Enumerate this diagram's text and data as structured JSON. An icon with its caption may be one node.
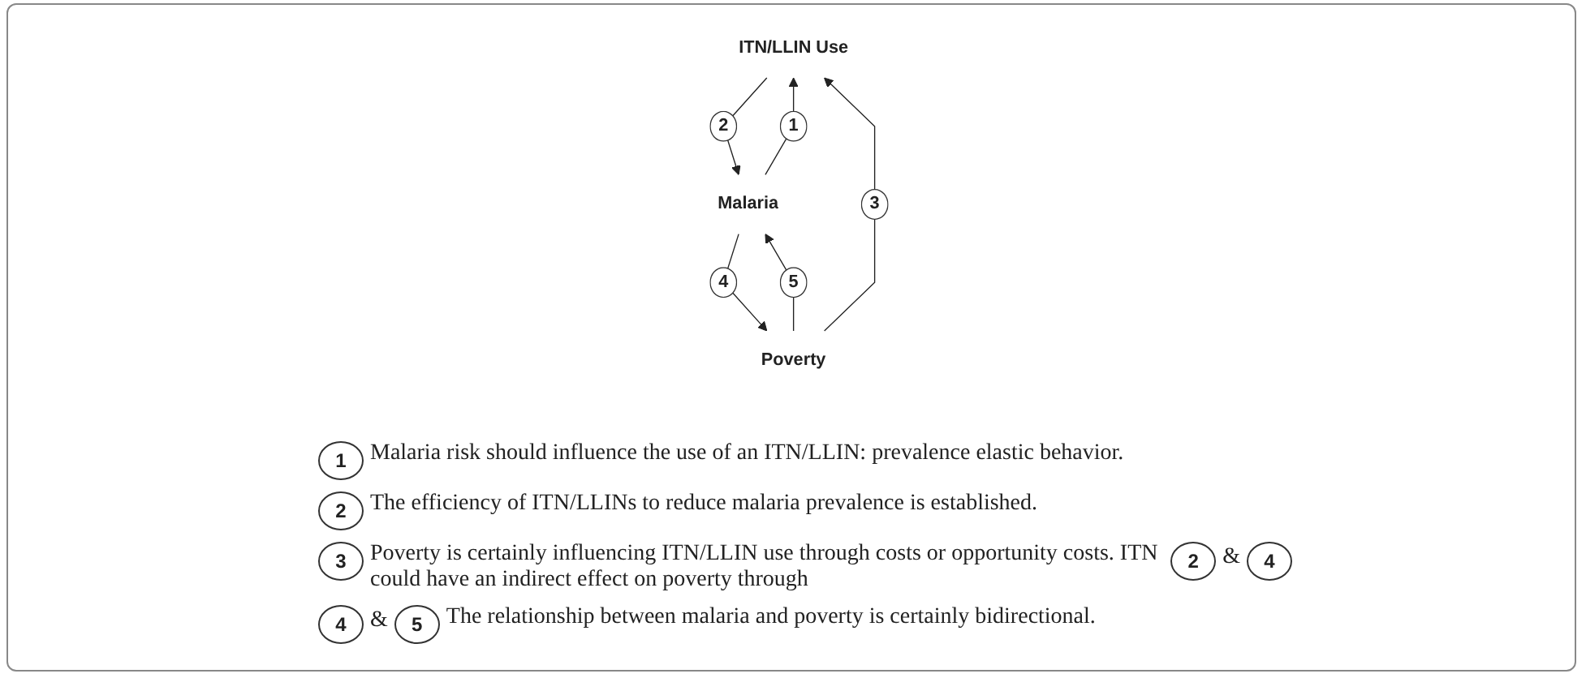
{
  "diagram": {
    "nodes": [
      {
        "text": [
          "ITN/LLIN Use"
        ]
      },
      {
        "text": [
          "Malaria"
        ]
      },
      {
        "text": [
          "Poverty"
        ]
      }
    ],
    "edges": [
      {
        "from": 1,
        "to": 0,
        "arrow": "to",
        "label": "1"
      },
      {
        "from": 0,
        "to": 1,
        "arrow": "to",
        "label": "2"
      },
      {
        "from": 2,
        "to": 0,
        "arrow": "to",
        "label": "3"
      },
      {
        "from": 1,
        "to": 2,
        "arrow": "to",
        "label": "4"
      },
      {
        "from": 2,
        "to": 1,
        "arrow": "to",
        "label": "5"
      }
    ],
    "labels": [
      "1",
      "Malaria risk should influence the use of an ITN/LLIN: prevalence elastic behavior.",
      "2",
      "The efficiency of ITN/LLINs to reduce malaria prevalence is established.",
      "3",
      "Poverty is certainly influencing ITN/LLIN use through costs or opportunity costs. ITN could have an indirect effect on poverty through",
      "2",
      "&",
      "4",
      "4",
      "&",
      "5",
      "The relationship between malaria and poverty is certainly bidirectional."
    ]
  }
}
